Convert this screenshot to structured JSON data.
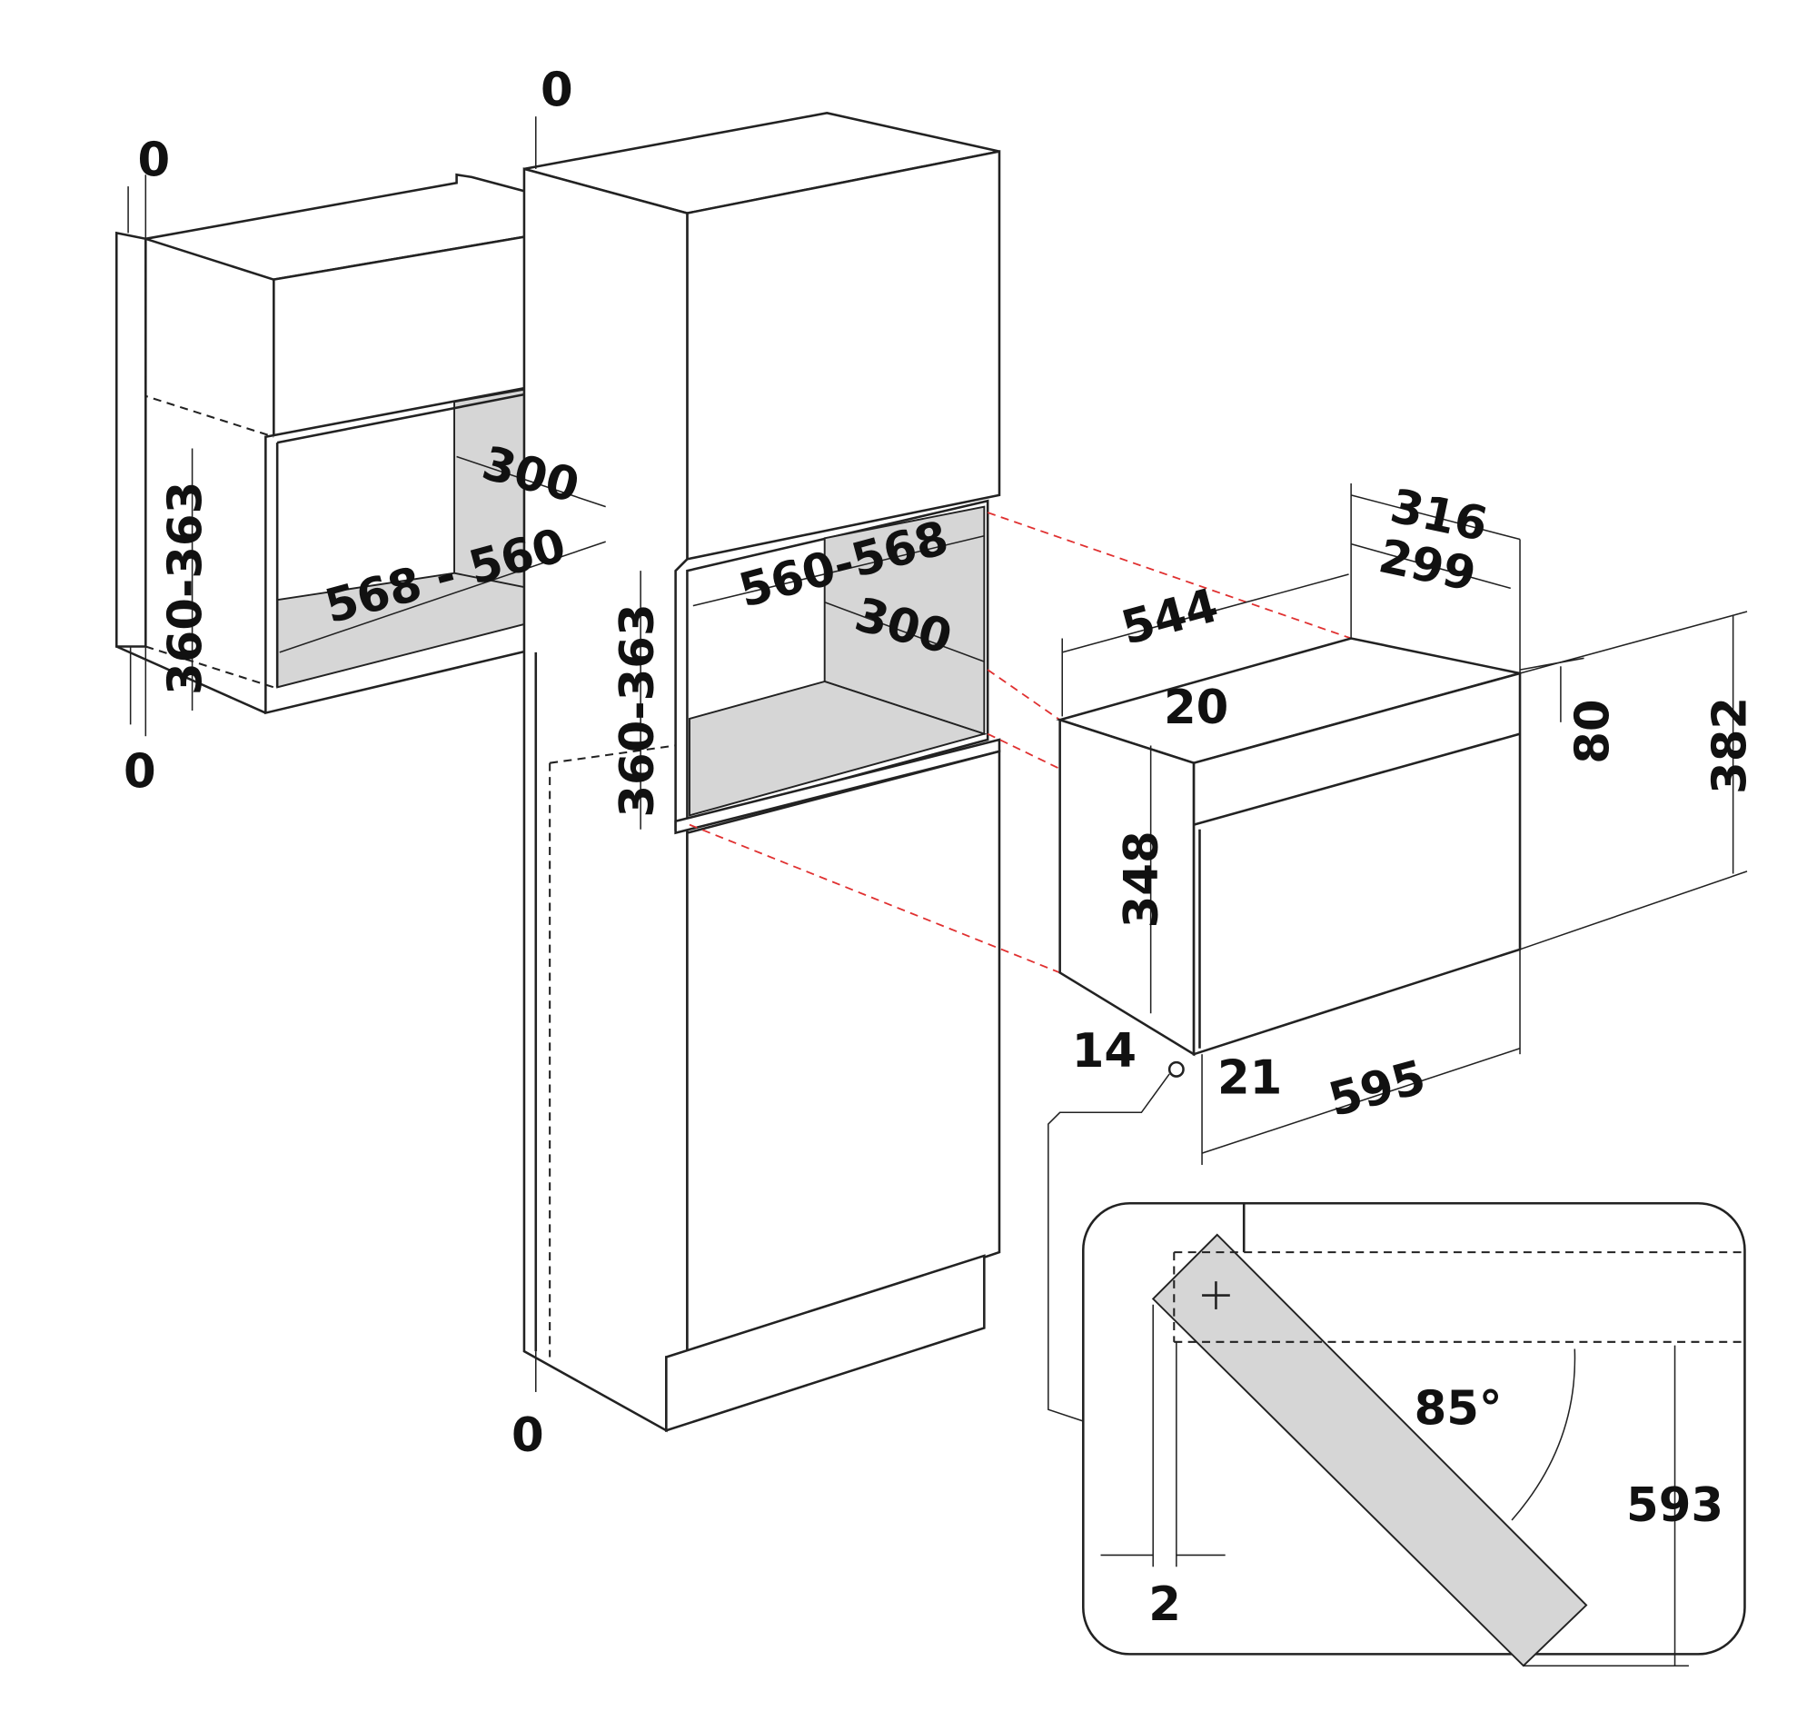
{
  "labels": {
    "gap_top_left": "0",
    "gap_top_middle": "0",
    "gap_bottom_left": "0",
    "gap_bottom_middle": "0",
    "left_niche_depth": "300",
    "left_niche_width": "568 - 560",
    "left_niche_height": "360-363",
    "middle_niche_width": "560-568",
    "middle_niche_depth": "300",
    "middle_niche_height": "360-363",
    "oven_depth_body": "544",
    "oven_depth_total": "316",
    "oven_depth_front": "299",
    "oven_top_offset": "20",
    "oven_panel_height": "80",
    "oven_total_height": "382",
    "oven_body_height": "348",
    "oven_bottom_offset": "14",
    "oven_front_thickness": "21",
    "oven_width": "595",
    "door_angle": "85°",
    "door_open_depth": "593",
    "door_gap": "2"
  },
  "colors": {
    "line": "#222222",
    "panel_fill": "#d6d6d6",
    "alignment_guide": "#e03030"
  }
}
